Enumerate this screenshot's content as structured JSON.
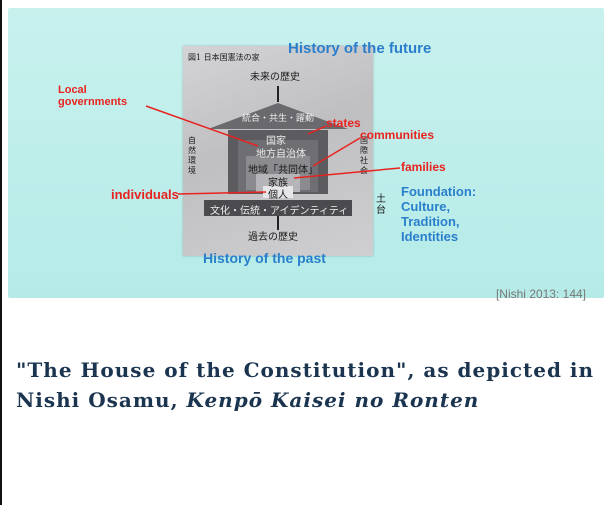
{
  "figure": {
    "jp_title": "図1 日本国憲法の家",
    "jp_future": "未来の歴史",
    "jp_roof": "統合・共生・躍動",
    "jp_state": "国家",
    "jp_local": "地方自治体",
    "jp_community": "地域「共同体」",
    "jp_family": "家族",
    "jp_individual": "個人",
    "jp_culture": "文化・伝統・アイデンティティ",
    "jp_past": "過去の歴史",
    "jp_nature": "自然環境",
    "jp_intl": "国際社会",
    "jp_soil": "土台",
    "labels": {
      "history_future": "History of the future",
      "history_past": "History of the past",
      "local_governments": "Local governments",
      "states": "states",
      "communities": "communities",
      "families": "families",
      "individuals": "individuals",
      "foundation": "Foundation:",
      "culture": "Culture,",
      "tradition": "Tradition,",
      "identities": "Identities"
    },
    "citation": "[Nishi 2013: 144]"
  },
  "caption": {
    "prefix": "\"The House of the Constitution\", as depicted in Nishi Osamu, ",
    "italic": "Kenpō Kaisei no Ronten"
  },
  "colors": {
    "panel": "#bdeeea",
    "blue": "#2a7fcc",
    "red": "#e8231f",
    "caption": "#1b3550"
  }
}
